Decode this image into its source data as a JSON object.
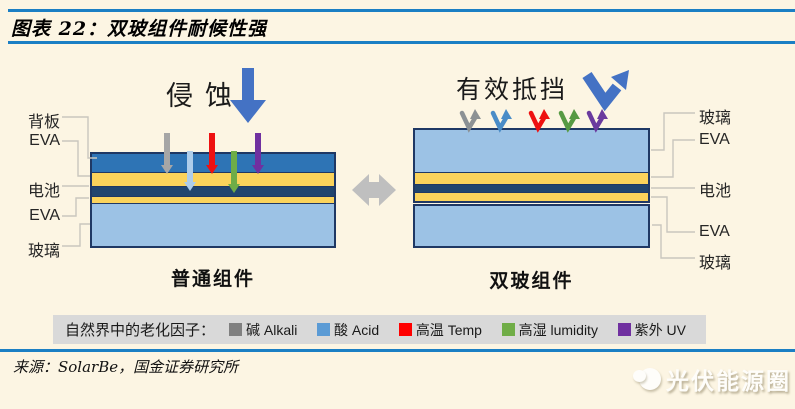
{
  "title": {
    "label": "图表 22：双玻组件耐候性强"
  },
  "diagram": {
    "left_module": {
      "effect_label": "侵蚀",
      "caption": "普通组件",
      "labels": [
        "背板",
        "EVA",
        "电池",
        "EVA",
        "玻璃"
      ]
    },
    "right_module": {
      "effect_label": "有效抵挡",
      "caption": "双玻组件",
      "labels": [
        "玻璃",
        "EVA",
        "电池",
        "EVA",
        "玻璃"
      ]
    }
  },
  "legend": {
    "title": "自然界中的老化因子：",
    "items": [
      {
        "label": "碱 Alkali",
        "color": "#808080"
      },
      {
        "label": "酸 Acid",
        "color": "#5B9BD5"
      },
      {
        "label": "高温 Temp",
        "color": "#FF0000"
      },
      {
        "label": "高湿 lumidity",
        "color": "#70AD47"
      },
      {
        "label": "紫外 UV",
        "color": "#7030A0"
      }
    ]
  },
  "footer": {
    "source": "来源：SolarBe，国金证券研究所",
    "watermark": "光伏能源圈"
  },
  "colors": {
    "page_bg": "#FCF5E3",
    "rule_blue": "#1B7FC4",
    "arrow_blue": "#4472C4",
    "backsheet_blue": "#2E74B5",
    "eva_yellow": "#FBD35B",
    "cell_navy": "#21456E",
    "glass_blue": "#9CC2E5",
    "module_border": "#1F3864",
    "legend_bg": "#D9D9D9",
    "swap_arrow_gray": "#BFBFBF"
  }
}
